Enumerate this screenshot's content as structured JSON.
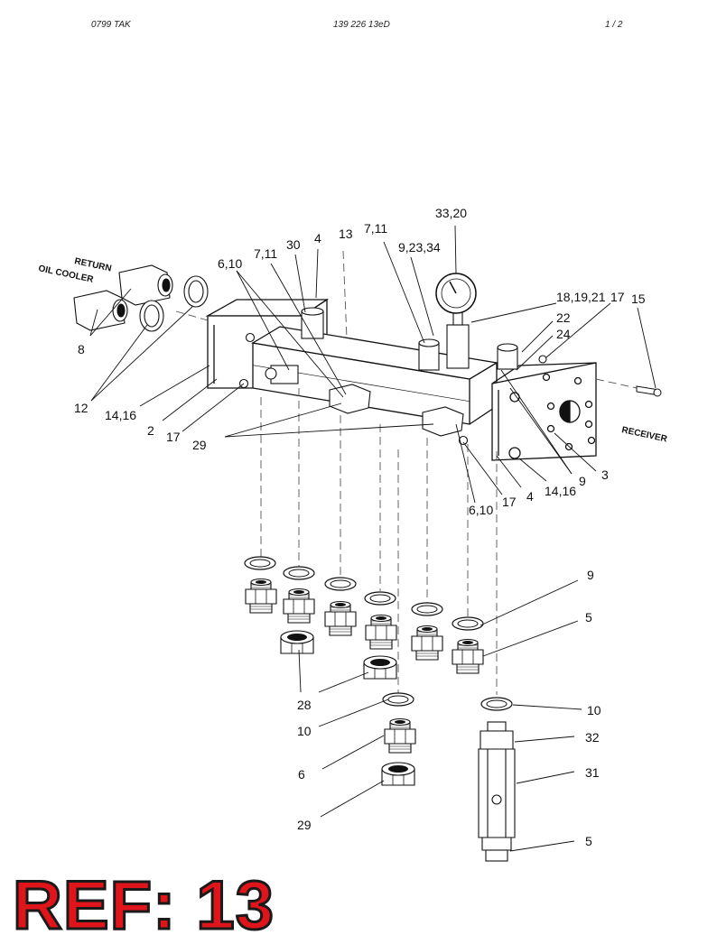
{
  "header": {
    "date_code": "0799   TAK",
    "doc_number": "139 226 13eD",
    "page": "1 / 2"
  },
  "side_labels": {
    "return": "RETURN",
    "oil_cooler": "OIL COOLER",
    "receiver": "RECEIVER"
  },
  "callouts": {
    "c_33_20": "33,20",
    "c_7_11_a": "7,11",
    "c_7_11_b": "7,11",
    "c_13": "13",
    "c_4_top": "4",
    "c_30": "30",
    "c_6_10_top": "6,10",
    "c_9_23_34": "9,23,34",
    "c_18_19_21": "18,19,21",
    "c_17_top": "17",
    "c_15": "15",
    "c_22": "22",
    "c_24": "24",
    "c_8": "8",
    "c_12": "12",
    "c_14_16_left": "14,16",
    "c_2": "2",
    "c_17_left": "17",
    "c_29_top": "29",
    "c_3": "3",
    "c_9_right": "9",
    "c_14_16_right": "14,16",
    "c_4_bottom": "4",
    "c_17_bottom": "17",
    "c_6_10_bottom": "6,10",
    "c_9_lower": "9",
    "c_5_upper": "5",
    "c_28": "28",
    "c_10_left": "10",
    "c_10_right": "10",
    "c_32": "32",
    "c_6_lower": "6",
    "c_31": "31",
    "c_29_lower": "29",
    "c_5_lower": "5"
  },
  "ref_banner": "REF: 13"
}
